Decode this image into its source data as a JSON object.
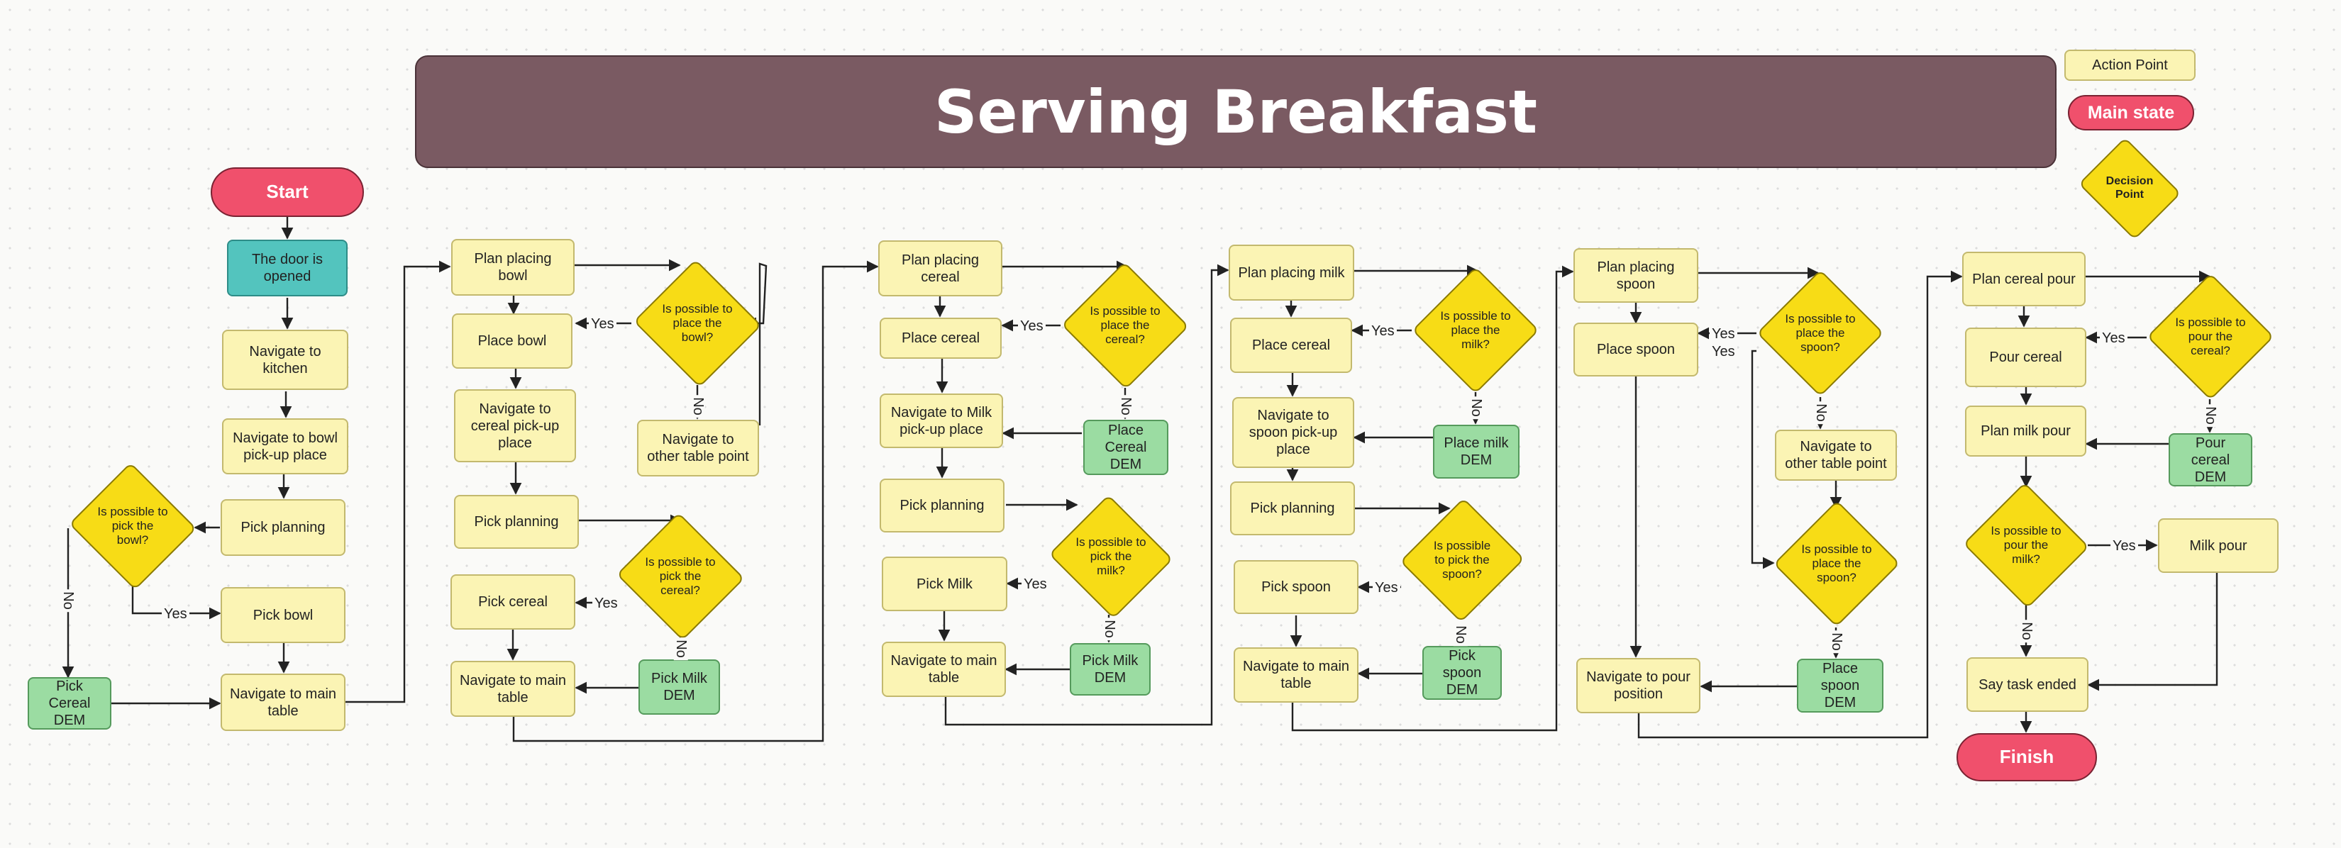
{
  "title": "Serving Breakfast",
  "legend": {
    "action_point": "Action Point",
    "main_state": "Main state",
    "decision_point": "Decision Point"
  },
  "colors": {
    "action": "#fbf4b4",
    "teal": "#53c4be",
    "dem": "#9bdca2",
    "state": "#f0506c",
    "decision": "#f7dc16",
    "title_banner": "#7a5a62"
  },
  "nodes": {
    "start": "Start",
    "door": "The door is opened",
    "nav_kitchen": "Navigate to kitchen",
    "nav_bowl": "Navigate to bowl pick-up place",
    "pick_plan1": "Pick planning",
    "dec_pick_bowl": "Is possible to pick the bowl?",
    "pick_bowl": "Pick bowl",
    "pick_cereal_dem1": "Pick Cereal DEM",
    "nav_main1": "Navigate to main table",
    "plan_bowl": "Plan placing bowl",
    "place_bowl": "Place bowl",
    "dec_place_bowl": "Is possible to place the bowl?",
    "nav_other1": "Navigate to other table point",
    "nav_cereal": "Navigate to cereal pick-up place",
    "pick_plan2": "Pick planning",
    "dec_pick_cereal": "Is possible to pick the cereal?",
    "pick_cereal": "Pick cereal",
    "nav_main2": "Navigate to main table",
    "pick_milk_dem1": "Pick Milk DEM",
    "plan_cereal": "Plan placing cereal",
    "place_cereal1": "Place cereal",
    "dec_place_cereal": "Is possible to place the cereal?",
    "place_cereal_dem": "Place Cereal DEM",
    "nav_milk": "Navigate to Milk pick-up place",
    "pick_plan3": "Pick planning",
    "dec_pick_milk": "Is possible to pick the milk?",
    "pick_milk": "Pick Milk",
    "nav_main3": "Navigate to main table",
    "pick_milk_dem2": "Pick Milk DEM",
    "plan_milk": "Plan placing milk",
    "place_cereal2": "Place cereal",
    "dec_place_milk": "Is possible to place the milk?",
    "place_milk_dem": "Place milk DEM",
    "nav_spoon": "Navigate to spoon pick-up place",
    "pick_plan4": "Pick planning",
    "dec_pick_spoon": "Is possible to pick the spoon?",
    "pick_spoon": "Pick spoon",
    "pick_spoon_dem": "Pick spoon DEM",
    "nav_main4": "Navigate to main table",
    "plan_spoon": "Plan placing spoon",
    "place_spoon": "Place spoon",
    "dec_place_spoon1": "Is possible to place the spoon?",
    "nav_other2": "Navigate to other table point",
    "dec_place_spoon2": "Is possible to place the spoon?",
    "place_spoon_dem": "Place spoon DEM",
    "nav_pour": "Navigate to pour position",
    "plan_pour": "Plan cereal pour",
    "pour_cereal": "Pour cereal",
    "dec_pour_cereal": "Is possible to pour the cereal?",
    "pour_cereal_dem": "Pour cereal DEM",
    "plan_milk_pour": "Plan milk pour",
    "dec_pour_milk": "Is possible to pour the milk?",
    "milk_pour": "Milk pour",
    "say_ended": "Say task ended",
    "finish": "Finish"
  },
  "edge_labels": {
    "yes": "Yes",
    "no": "No"
  }
}
